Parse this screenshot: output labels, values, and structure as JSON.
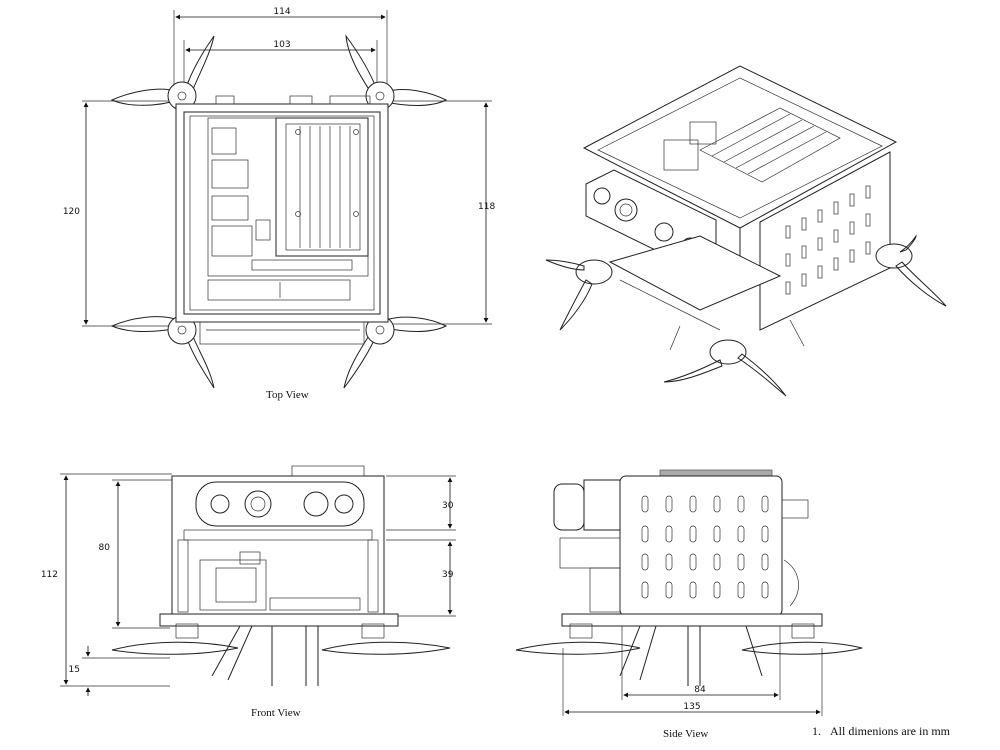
{
  "views": {
    "top": {
      "caption": "Top View",
      "dims": {
        "overall_width": "114",
        "inner_width": "103",
        "left_height": "120",
        "right_height": "118"
      }
    },
    "front": {
      "caption": "Front View",
      "dims": {
        "overall_height": "112",
        "frame_height": "80",
        "camera_height": "30",
        "upper_deck": "39",
        "leg_height": "15"
      }
    },
    "side": {
      "caption": "Side View",
      "dims": {
        "plate_width": "84",
        "overall_width": "135"
      }
    },
    "iso": {
      "caption": ""
    }
  },
  "note": {
    "number": "1.",
    "text": "All dimenions are in mm"
  }
}
